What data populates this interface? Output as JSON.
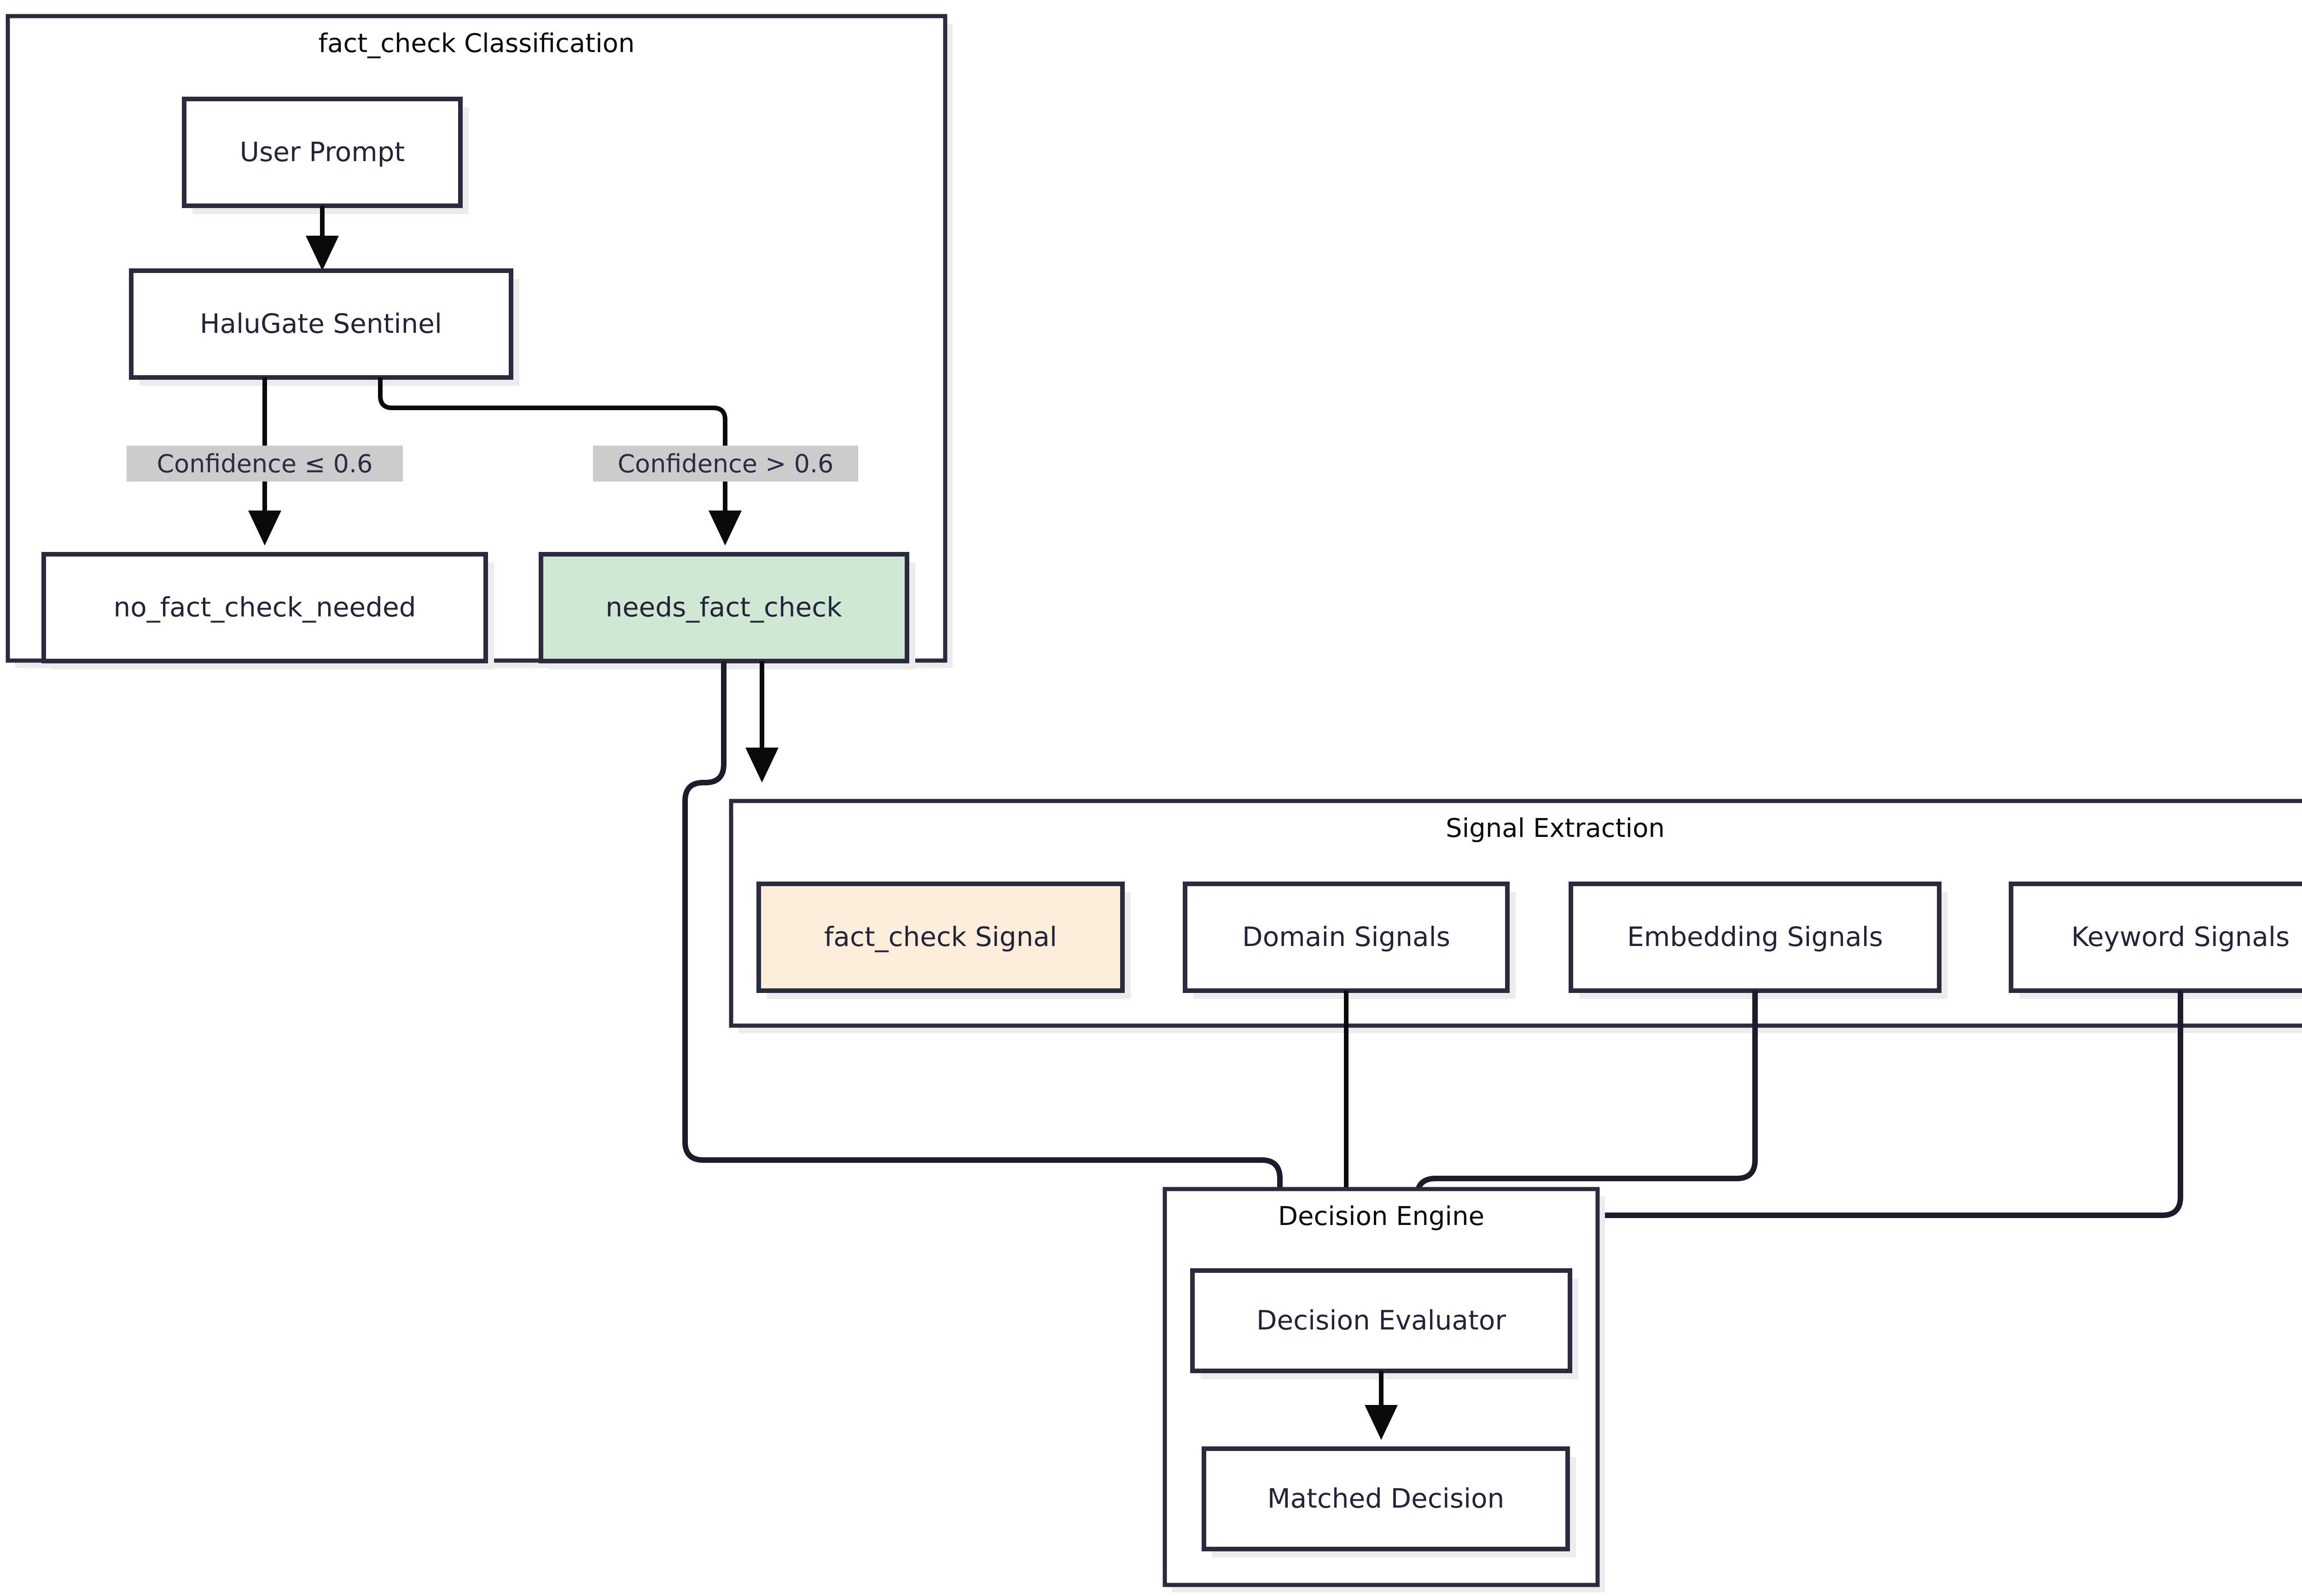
{
  "diagram": {
    "type": "flowchart",
    "direction": "top-down",
    "background": "#ffffff",
    "palette": {
      "node_border": "#2b2b40",
      "node_fill": "#ffffff",
      "node_text": "#23233a",
      "highlight_green": "#cfe8d3",
      "highlight_orange": "#fdeedb",
      "edge_stroke": "#0a0a0a",
      "edge_label_bg": "#cccccc",
      "cluster_shadow": "#ececec"
    }
  },
  "clusters": [
    {
      "id": "classification",
      "title": "fact_check Classification"
    },
    {
      "id": "signal_extraction",
      "title": "Signal Extraction"
    },
    {
      "id": "decision_engine",
      "title": "Decision Engine"
    }
  ],
  "nodes": [
    {
      "id": "user_prompt",
      "label": "User Prompt",
      "cluster": "classification",
      "style": "default"
    },
    {
      "id": "halugate_sentinel",
      "label": "HaluGate Sentinel",
      "cluster": "classification",
      "style": "default"
    },
    {
      "id": "no_fact_check_needed",
      "label": "no_fact_check_needed",
      "cluster": "classification",
      "style": "default"
    },
    {
      "id": "needs_fact_check",
      "label": "needs_fact_check",
      "cluster": "classification",
      "style": "green"
    },
    {
      "id": "fact_check_signal",
      "label": "fact_check Signal",
      "cluster": "signal_extraction",
      "style": "orange"
    },
    {
      "id": "domain_signals",
      "label": "Domain Signals",
      "cluster": "signal_extraction",
      "style": "default"
    },
    {
      "id": "embedding_signals",
      "label": "Embedding Signals",
      "cluster": "signal_extraction",
      "style": "default"
    },
    {
      "id": "keyword_signals",
      "label": "Keyword Signals",
      "cluster": "signal_extraction",
      "style": "default"
    },
    {
      "id": "decision_evaluator",
      "label": "Decision Evaluator",
      "cluster": "decision_engine",
      "style": "default"
    },
    {
      "id": "matched_decision",
      "label": "Matched Decision",
      "cluster": "decision_engine",
      "style": "default"
    }
  ],
  "edge_labels": {
    "low_confidence": "Confidence ≤ 0.6",
    "high_confidence": "Confidence > 0.6"
  },
  "edges": [
    {
      "from": "user_prompt",
      "to": "halugate_sentinel",
      "label": ""
    },
    {
      "from": "halugate_sentinel",
      "to": "no_fact_check_needed",
      "label": "Confidence ≤ 0.6"
    },
    {
      "from": "halugate_sentinel",
      "to": "needs_fact_check",
      "label": "Confidence > 0.6"
    },
    {
      "from": "needs_fact_check",
      "to": "decision_evaluator",
      "label": ""
    },
    {
      "from": "needs_fact_check",
      "to": "fact_check_signal",
      "label": ""
    },
    {
      "from": "domain_signals",
      "to": "decision_evaluator",
      "label": ""
    },
    {
      "from": "embedding_signals",
      "to": "decision_evaluator",
      "label": ""
    },
    {
      "from": "keyword_signals",
      "to": "decision_evaluator",
      "label": ""
    },
    {
      "from": "decision_evaluator",
      "to": "matched_decision",
      "label": ""
    }
  ]
}
